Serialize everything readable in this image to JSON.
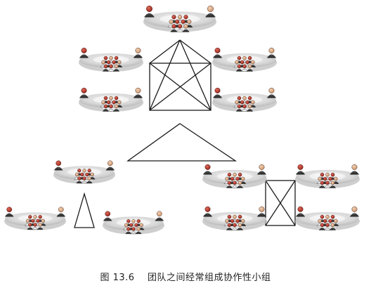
{
  "figure": {
    "caption": "图 13.6    团队之间经常组成协作性小组"
  },
  "colors": {
    "line": "#1a1a1a",
    "ring": "#d4d4d4",
    "ring_shadow": "#bdbdbd",
    "head": "#c0392b",
    "skin": "#e6b998",
    "person_dark": "#3a3a3a",
    "person_white": "#f2f2f2"
  },
  "collaboration_groups": [
    {
      "name": "top-collaboration-group",
      "shape": "box-with-cross-connections",
      "team_count": 5
    },
    {
      "name": "left-collaboration-group",
      "shape": "triangle",
      "team_count": 3
    },
    {
      "name": "right-collaboration-group",
      "shape": "box-with-cross-connections",
      "team_count": 4
    },
    {
      "name": "group-linking-triangle",
      "shape": "triangle",
      "team_count": 0
    }
  ]
}
